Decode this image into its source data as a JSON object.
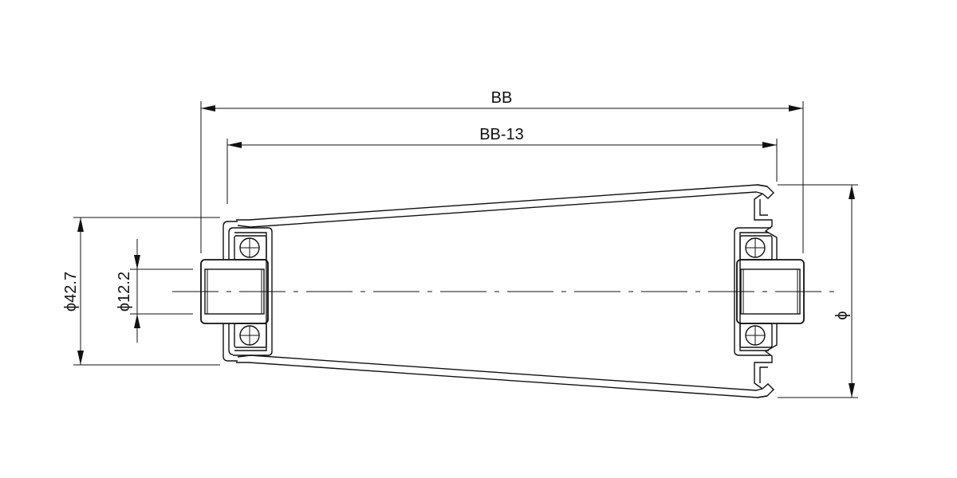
{
  "drawing": {
    "labels": {
      "overall_length": "BB",
      "tube_length": "BB-13",
      "bearing_housing_diameter": "ϕ42.7",
      "shaft_diameter": "ϕ12.2",
      "large_end_diameter": "ϕ"
    }
  }
}
